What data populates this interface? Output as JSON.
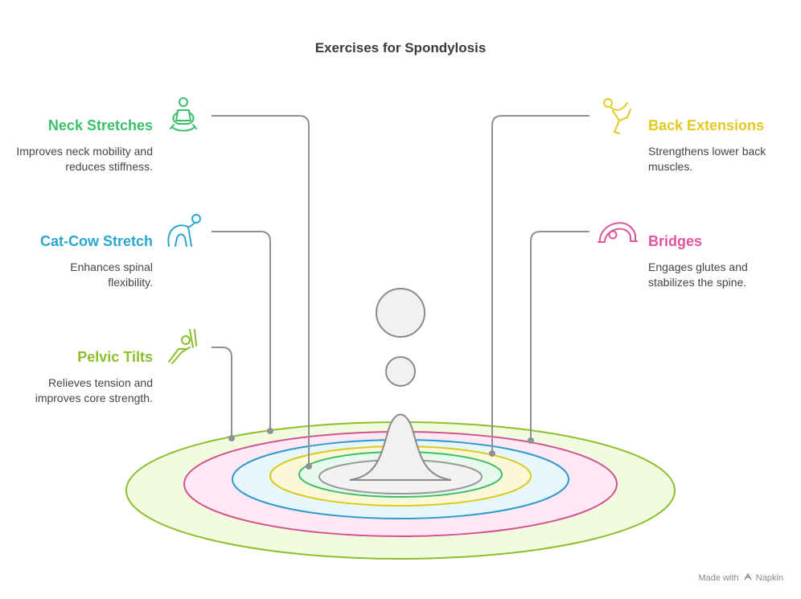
{
  "title": "Exercises for Spondylosis",
  "items": [
    {
      "title": "Neck Stretches",
      "description": "Improves neck mobility and reduces stiffness.",
      "color": "#3bbf6a",
      "icon": "meditation-person-icon"
    },
    {
      "title": "Cat-Cow Stretch",
      "description": "Enhances spinal flexibility.",
      "color": "#2aa7cf",
      "icon": "cat-cow-pose-icon"
    },
    {
      "title": "Pelvic Tilts",
      "description": "Relieves tension and improves core strength.",
      "color": "#8cbf2c",
      "icon": "pelvic-tilt-icon"
    },
    {
      "title": "Back Extensions",
      "description": "Strengthens lower back muscles.",
      "color": "#e3c920",
      "icon": "back-extension-pose-icon"
    },
    {
      "title": "Bridges",
      "description": "Engages glutes and stabilizes the spine.",
      "color": "#e0559c",
      "icon": "bridge-pose-icon"
    }
  ],
  "footer": {
    "prefix": "Made with",
    "brand": "Napkin"
  }
}
